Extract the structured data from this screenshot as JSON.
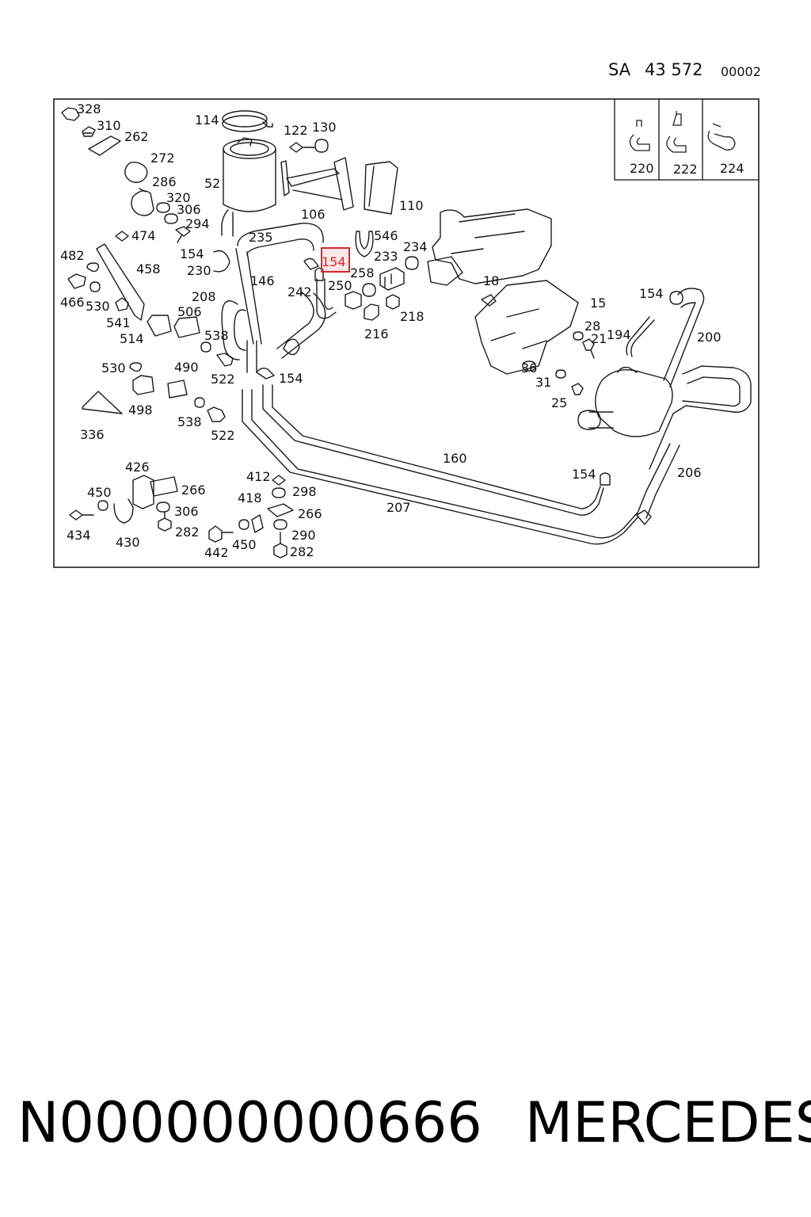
{
  "header": {
    "prefix": "SA",
    "number": "43 572",
    "code": "00002"
  },
  "inset_labels": [
    "220",
    "222",
    "224"
  ],
  "callouts": [
    {
      "t": "328"
    },
    {
      "t": "310"
    },
    {
      "t": "262"
    },
    {
      "t": "272"
    },
    {
      "t": "114"
    },
    {
      "t": "122"
    },
    {
      "t": "130"
    },
    {
      "t": "52"
    },
    {
      "t": "106"
    },
    {
      "t": "110"
    },
    {
      "t": "286"
    },
    {
      "t": "320"
    },
    {
      "t": "306"
    },
    {
      "t": "294"
    },
    {
      "t": "474"
    },
    {
      "t": "235"
    },
    {
      "t": "546"
    },
    {
      "t": "234"
    },
    {
      "t": "233"
    },
    {
      "t": "482"
    },
    {
      "t": "458"
    },
    {
      "t": "154"
    },
    {
      "t": "230"
    },
    {
      "t": "146"
    },
    {
      "t": "258"
    },
    {
      "t": "250"
    },
    {
      "t": "242"
    },
    {
      "t": "18"
    },
    {
      "t": "466"
    },
    {
      "t": "530"
    },
    {
      "t": "208"
    },
    {
      "t": "541"
    },
    {
      "t": "506"
    },
    {
      "t": "514"
    },
    {
      "t": "538"
    },
    {
      "t": "15"
    },
    {
      "t": "154"
    },
    {
      "t": "218"
    },
    {
      "t": "216"
    },
    {
      "t": "28"
    },
    {
      "t": "21"
    },
    {
      "t": "194"
    },
    {
      "t": "200"
    },
    {
      "t": "530"
    },
    {
      "t": "490"
    },
    {
      "t": "522"
    },
    {
      "t": "154"
    },
    {
      "t": "36"
    },
    {
      "t": "31"
    },
    {
      "t": "25"
    },
    {
      "t": "498"
    },
    {
      "t": "538"
    },
    {
      "t": "336"
    },
    {
      "t": "522"
    },
    {
      "t": "160"
    },
    {
      "t": "154"
    },
    {
      "t": "206"
    },
    {
      "t": "426"
    },
    {
      "t": "412"
    },
    {
      "t": "450"
    },
    {
      "t": "266"
    },
    {
      "t": "298"
    },
    {
      "t": "418"
    },
    {
      "t": "207"
    },
    {
      "t": "306"
    },
    {
      "t": "266"
    },
    {
      "t": "434"
    },
    {
      "t": "282"
    },
    {
      "t": "290"
    },
    {
      "t": "430"
    },
    {
      "t": "442"
    },
    {
      "t": "450"
    },
    {
      "t": "282"
    }
  ],
  "highlight": {
    "label": "154",
    "color": "#d9262b"
  },
  "footer": {
    "part_number": "N000000000666",
    "brand": "MERCEDES"
  }
}
